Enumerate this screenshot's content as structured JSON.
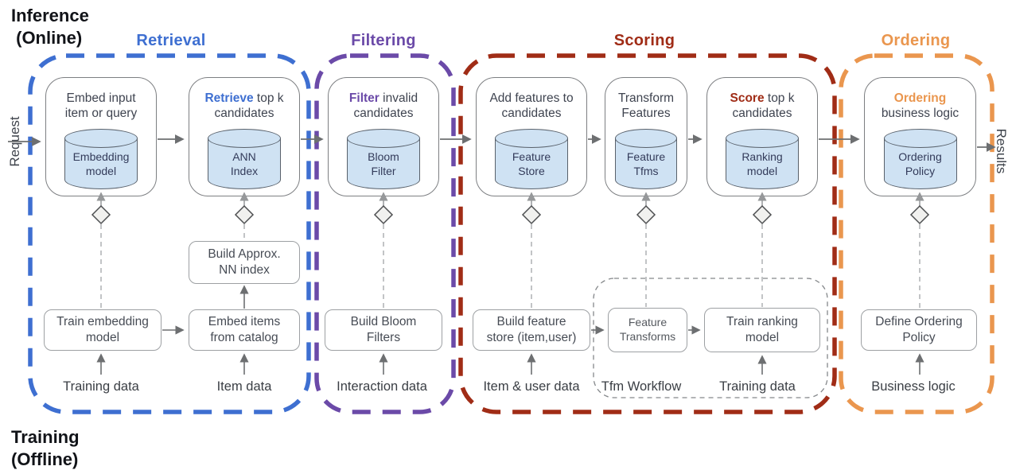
{
  "palette": {
    "retrieval_blue": "#3e6fd1",
    "filtering_purple": "#6b4aa8",
    "scoring_red": "#a02c16",
    "ordering_orange": "#ea964e",
    "cylinder_fill": "#cfe2f3",
    "timeline_left_color": "#3f74cf",
    "timeline_right_color": "#9e2d12"
  },
  "corner_labels": {
    "inference": "Inference\n (Online)",
    "training": "Training\n(Offline)"
  },
  "edge_labels": {
    "left": "Request",
    "right": "Results"
  },
  "sections": {
    "retrieval": "Retrieval",
    "filtering": "Filtering",
    "scoring": "Scoring",
    "ordering": "Ordering"
  },
  "pipeline": [
    {
      "title_bold": "",
      "title_rest": "Embed input\nitem or query",
      "cyl_line1": "Embedding",
      "cyl_line2": "model"
    },
    {
      "title_bold": "Retrieve",
      "title_rest": " top k\ncandidates",
      "cyl_line1": "ANN",
      "cyl_line2": "Index"
    },
    {
      "title_bold": "Filter",
      "title_rest": " invalid\ncandidates",
      "cyl_line1": "Bloom",
      "cyl_line2": "Filter"
    },
    {
      "title_bold": "",
      "title_rest": "Add features to\ncandidates",
      "cyl_line1": "Feature",
      "cyl_line2": "Store"
    },
    {
      "title_bold": "",
      "title_rest": "Transform\nFeatures",
      "cyl_line1": "Feature",
      "cyl_line2": "Tfms"
    },
    {
      "title_bold": "Score",
      "title_rest": " top k\ncandidates",
      "cyl_line1": "Ranking",
      "cyl_line2": "model"
    },
    {
      "title_bold": "Ordering",
      "title_rest": "\nbusiness logic",
      "cyl_line1": "Ordering",
      "cyl_line2": "Policy"
    }
  ],
  "training": {
    "build_approx": "Build Approx.\nNN index",
    "train_embedding": "Train embedding\nmodel",
    "embed_items": "Embed items\nfrom catalog",
    "build_bloom": "Build Bloom\nFilters",
    "build_feature_store": "Build feature\nstore (item,user)",
    "feature_transforms": "Feature\nTransforms",
    "train_ranking": "Train ranking\nmodel",
    "define_ordering": "Define Ordering\nPolicy"
  },
  "data_labels": {
    "training_data_1": "Training data",
    "item_data": "Item data",
    "interaction_data": "Interaction data",
    "item_user_data": "Item & user data",
    "tfm_workflow": "Tfm Workflow",
    "training_data_2": "Training data",
    "business_logic": "Business logic"
  }
}
